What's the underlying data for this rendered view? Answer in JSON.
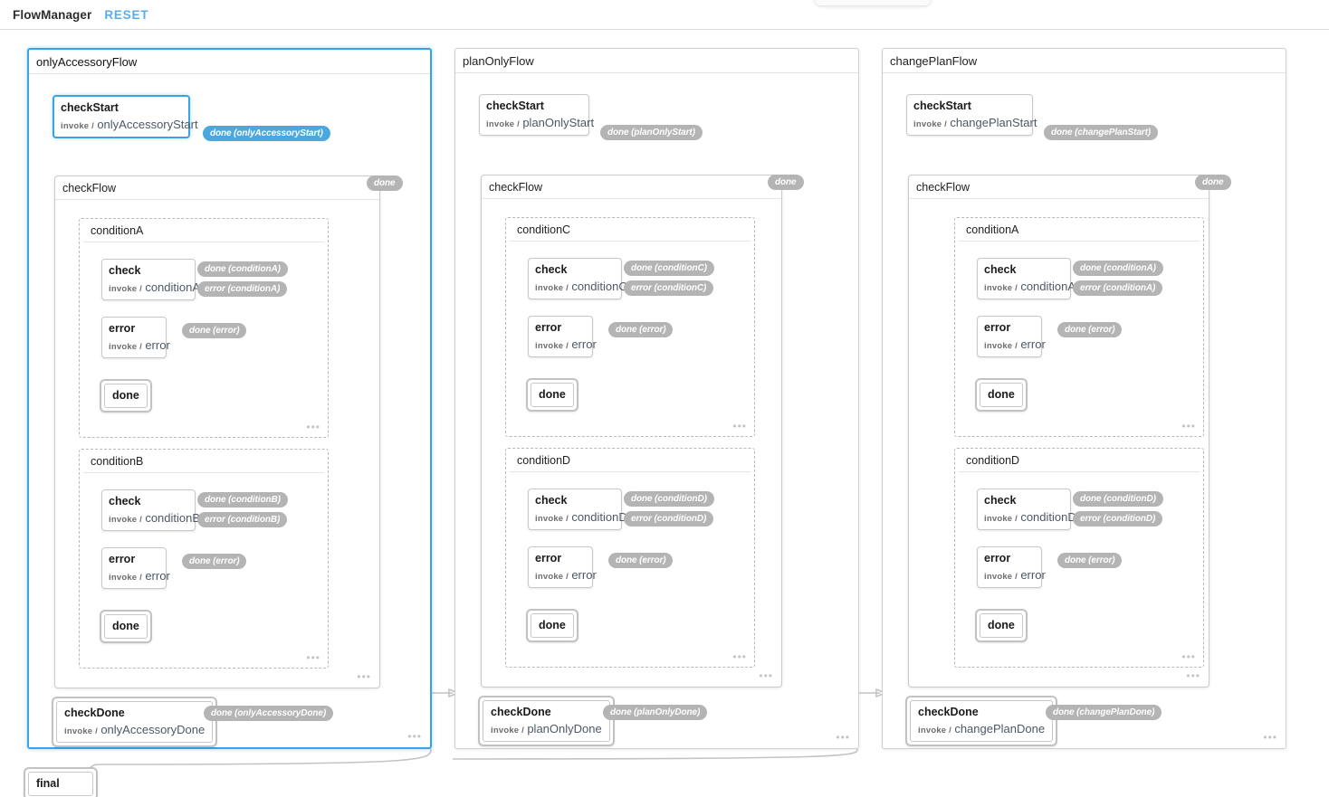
{
  "header": {
    "title": "FlowManager",
    "reset_label": "RESET"
  },
  "labels": {
    "invoke_kw": "invoke /",
    "ellipsis": "•••"
  },
  "colors": {
    "accent": "#3aa3e3",
    "badge_active": "#4aa8de",
    "badge_idle": "#b4b4b4",
    "edge": "#c3c3c3",
    "node_border": "#c8c8c8",
    "region_border": "#cfcfcf"
  },
  "regions": [
    {
      "id": "onlyAccessoryFlow",
      "name": "onlyAccessoryFlow",
      "active": true,
      "start": {
        "name": "checkStart",
        "invoke": "onlyAccessoryStart",
        "active": true,
        "transition": "done (onlyAccessoryStart)",
        "transition_active": true
      },
      "flow": {
        "name": "checkFlow",
        "done_badge": "done",
        "conditions": [
          {
            "name": "conditionA",
            "check": {
              "name": "check",
              "invoke": "conditionA"
            },
            "done_transition": "done (conditionA)",
            "error_transition": "error (conditionA)",
            "error": {
              "name": "error",
              "invoke": "error"
            },
            "error_done_transition": "done (error)",
            "final": "done"
          },
          {
            "name": "conditionB",
            "check": {
              "name": "check",
              "invoke": "conditionB"
            },
            "done_transition": "done (conditionB)",
            "error_transition": "error (conditionB)",
            "error": {
              "name": "error",
              "invoke": "error"
            },
            "error_done_transition": "done (error)",
            "final": "done"
          }
        ]
      },
      "done": {
        "name": "checkDone",
        "invoke": "onlyAccessoryDone",
        "transition": "done (onlyAccessoryDone)"
      }
    },
    {
      "id": "planOnlyFlow",
      "name": "planOnlyFlow",
      "active": false,
      "start": {
        "name": "checkStart",
        "invoke": "planOnlyStart",
        "active": false,
        "transition": "done (planOnlyStart)",
        "transition_active": false
      },
      "flow": {
        "name": "checkFlow",
        "done_badge": "done",
        "conditions": [
          {
            "name": "conditionC",
            "check": {
              "name": "check",
              "invoke": "conditionC"
            },
            "done_transition": "done (conditionC)",
            "error_transition": "error (conditionC)",
            "error": {
              "name": "error",
              "invoke": "error"
            },
            "error_done_transition": "done (error)",
            "final": "done"
          },
          {
            "name": "conditionD",
            "check": {
              "name": "check",
              "invoke": "conditionD"
            },
            "done_transition": "done (conditionD)",
            "error_transition": "error (conditionD)",
            "error": {
              "name": "error",
              "invoke": "error"
            },
            "error_done_transition": "done (error)",
            "final": "done"
          }
        ]
      },
      "done": {
        "name": "checkDone",
        "invoke": "planOnlyDone",
        "transition": "done (planOnlyDone)"
      }
    },
    {
      "id": "changePlanFlow",
      "name": "changePlanFlow",
      "active": false,
      "start": {
        "name": "checkStart",
        "invoke": "changePlanStart",
        "active": false,
        "transition": "done (changePlanStart)",
        "transition_active": false
      },
      "flow": {
        "name": "checkFlow",
        "done_badge": "done",
        "conditions": [
          {
            "name": "conditionA",
            "check": {
              "name": "check",
              "invoke": "conditionA"
            },
            "done_transition": "done (conditionA)",
            "error_transition": "error (conditionA)",
            "error": {
              "name": "error",
              "invoke": "error"
            },
            "error_done_transition": "done (error)",
            "final": "done"
          },
          {
            "name": "conditionD",
            "check": {
              "name": "check",
              "invoke": "conditionD"
            },
            "done_transition": "done (conditionD)",
            "error_transition": "error (conditionD)",
            "error": {
              "name": "error",
              "invoke": "error"
            },
            "error_done_transition": "done (error)",
            "final": "done"
          }
        ]
      },
      "done": {
        "name": "checkDone",
        "invoke": "changePlanDone",
        "transition": "done (changePlanDone)"
      }
    }
  ],
  "final_state": {
    "name": "final"
  }
}
